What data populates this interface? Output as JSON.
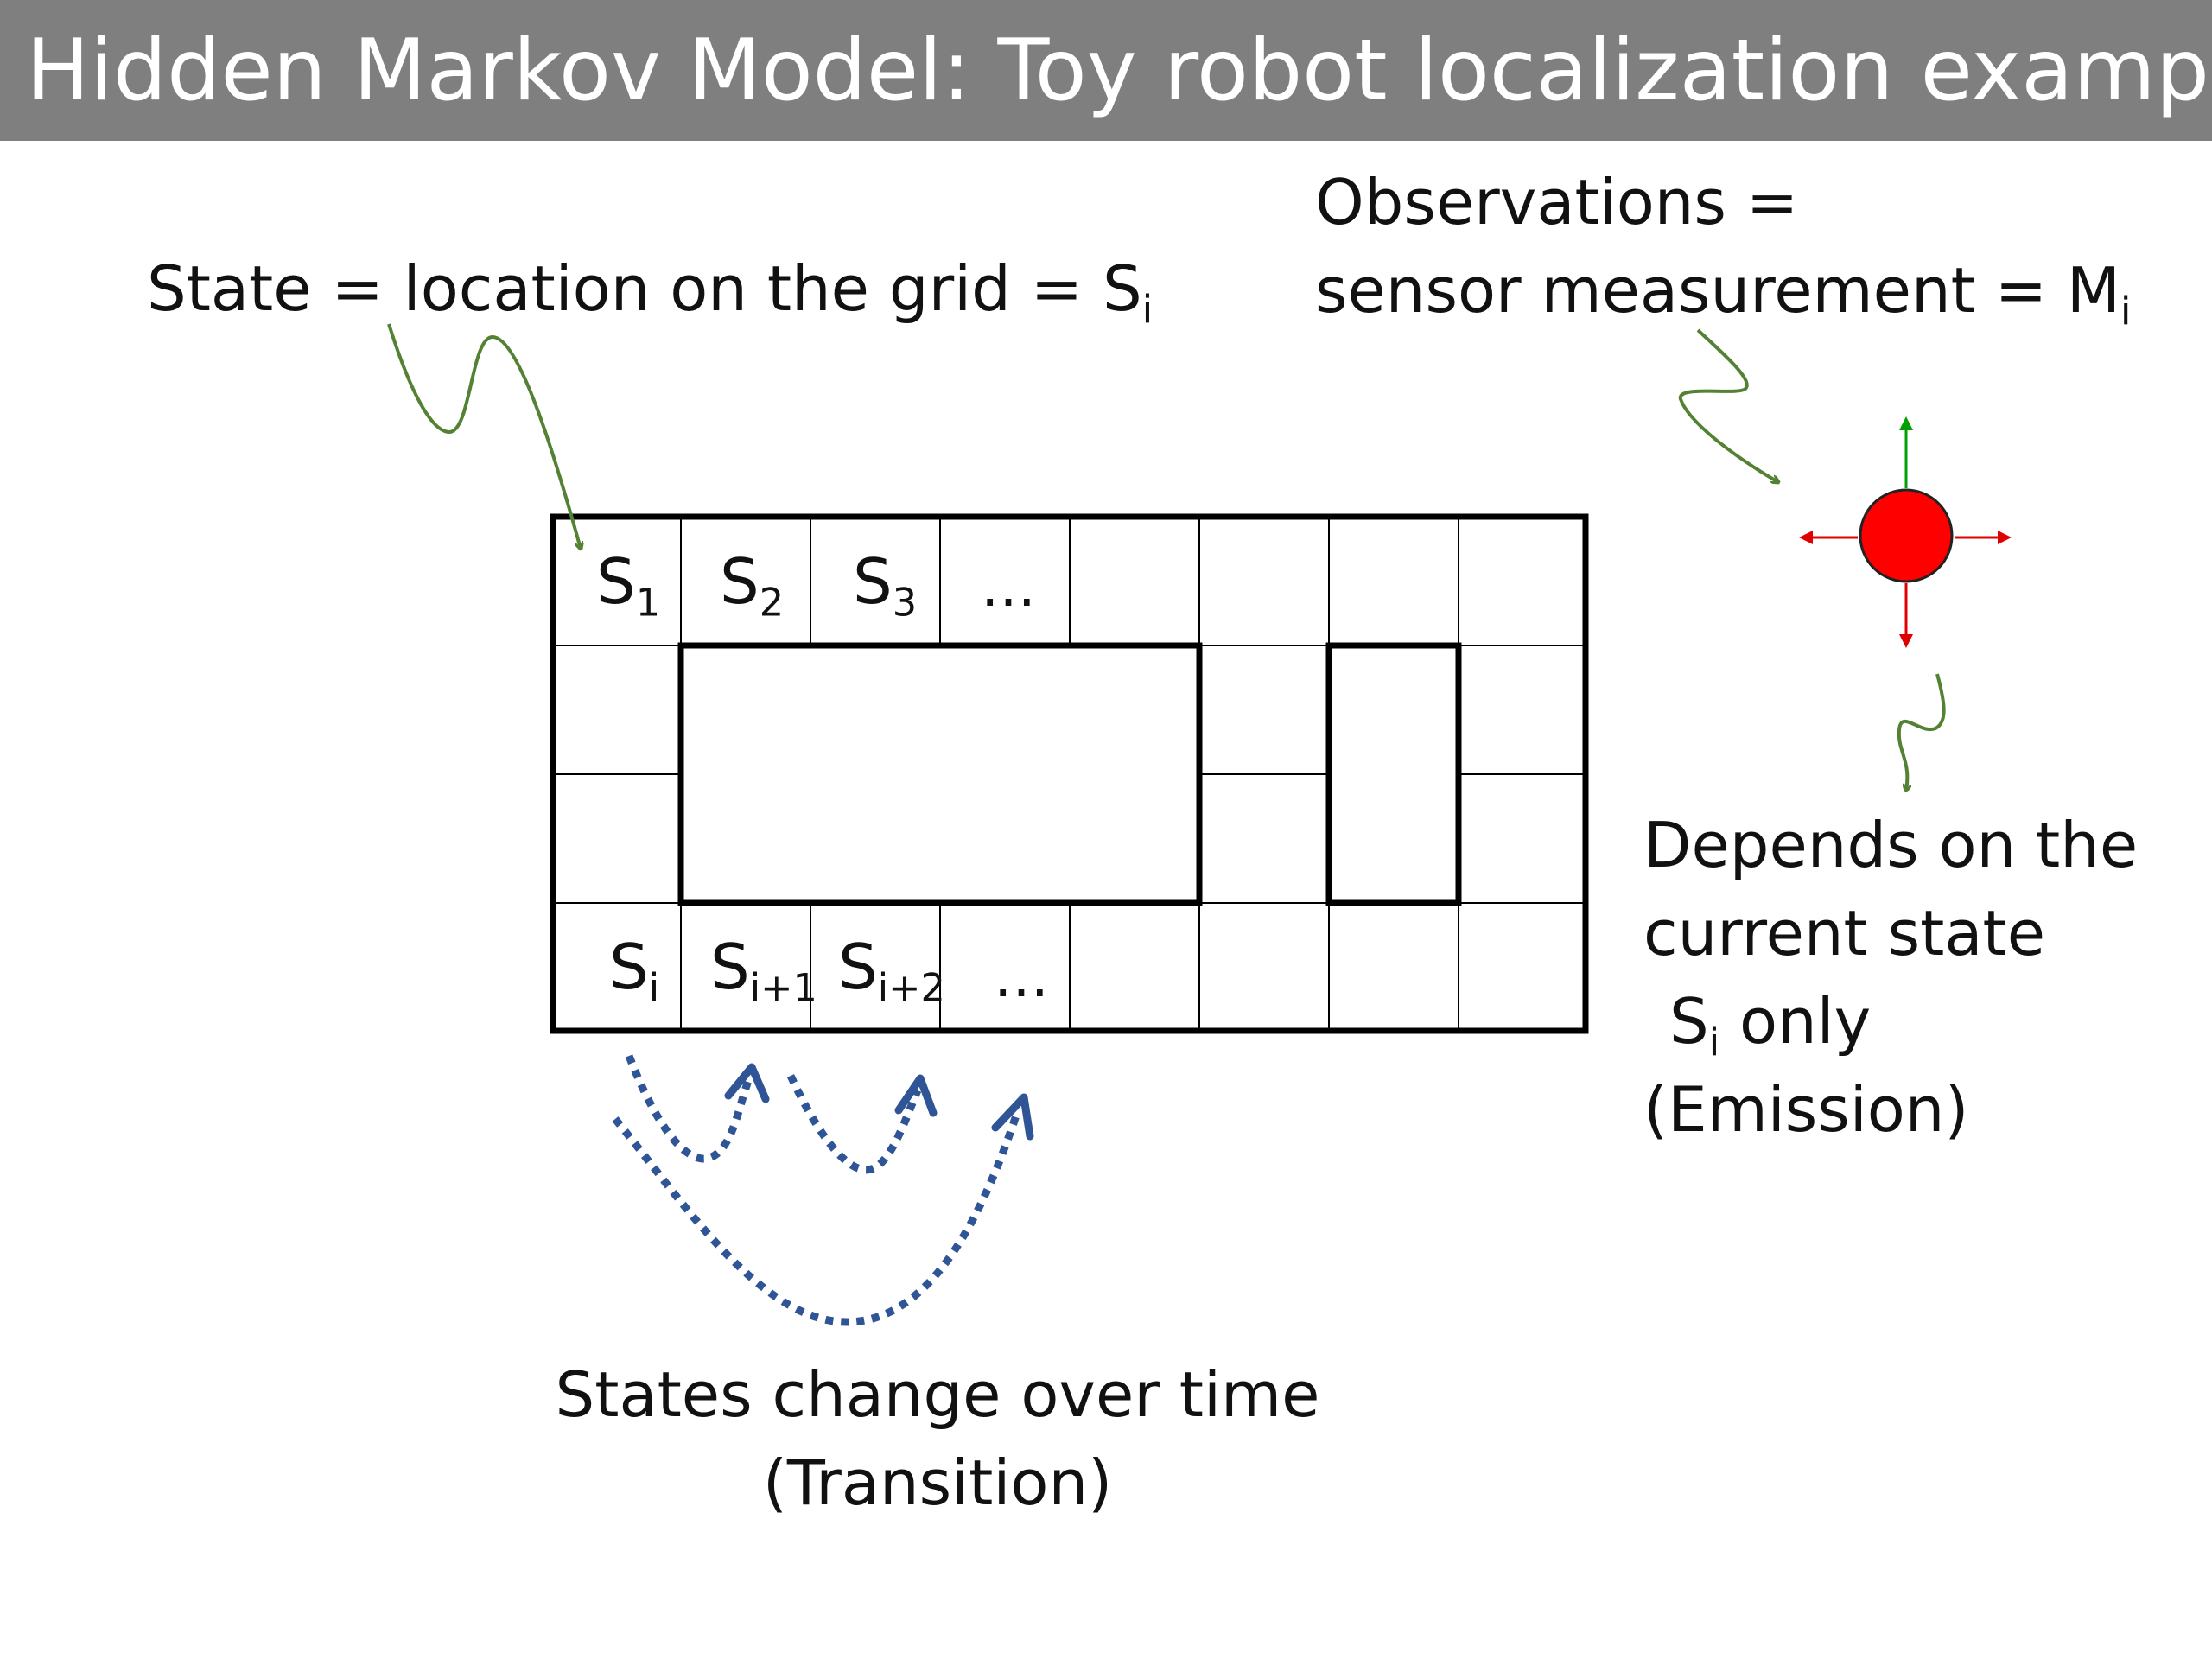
{
  "title": "Hidden Markov Model: Toy robot localization example",
  "state_label": {
    "text": "State = location on the grid = S",
    "sub": "i"
  },
  "observations_label": {
    "line1": "Observations =",
    "line2_text": "sensor measurement = M",
    "line2_sub": "i"
  },
  "grid": {
    "top_cells": [
      {
        "main": "S",
        "sub": "1"
      },
      {
        "main": "S",
        "sub": "2"
      },
      {
        "main": "S",
        "sub": "3"
      },
      {
        "main": "…",
        "sub": ""
      }
    ],
    "bottom_cells": [
      {
        "main": "S",
        "sub": "i"
      },
      {
        "main": "S",
        "sub": "i+1"
      },
      {
        "main": "S",
        "sub": "i+2"
      },
      {
        "main": "…",
        "sub": ""
      }
    ]
  },
  "emission_label": {
    "line1": "Depends on the",
    "line2": "current state",
    "line3_main": "S",
    "line3_sub": "i",
    "line3_rest": " only",
    "line4": "(Emission)"
  },
  "transition_label": {
    "line1": "States change over time",
    "line2": "(Transition)"
  },
  "colors": {
    "title_bg": "#7f7f7f",
    "green_arrow": "#548235",
    "blue_arrow": "#2f5597",
    "robot_fill": "#ff0000",
    "sensor_up": "#00a000",
    "sensor_other": "#e00000"
  }
}
